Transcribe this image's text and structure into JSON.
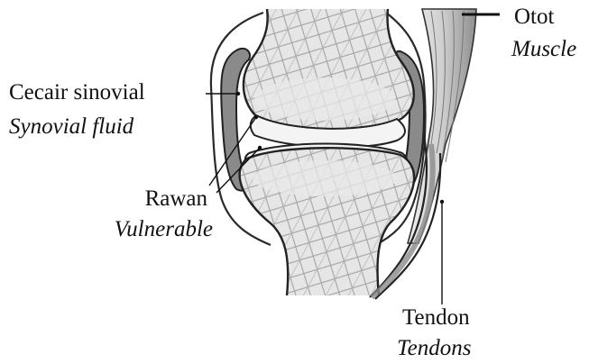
{
  "labels": {
    "synovial_fluid": {
      "local": "Cecair sinovial",
      "english": "Synovial fluid"
    },
    "cartilage": {
      "local": "Rawan",
      "english": "Vulnerable"
    },
    "muscle": {
      "local": "Otot",
      "english": "Muscle"
    },
    "tendon": {
      "local": "Tendon",
      "english": "Tendons"
    }
  },
  "colors": {
    "bone": "#e5e5e5",
    "capsule": "#777777",
    "outline": "#222222",
    "background": "#ffffff"
  }
}
